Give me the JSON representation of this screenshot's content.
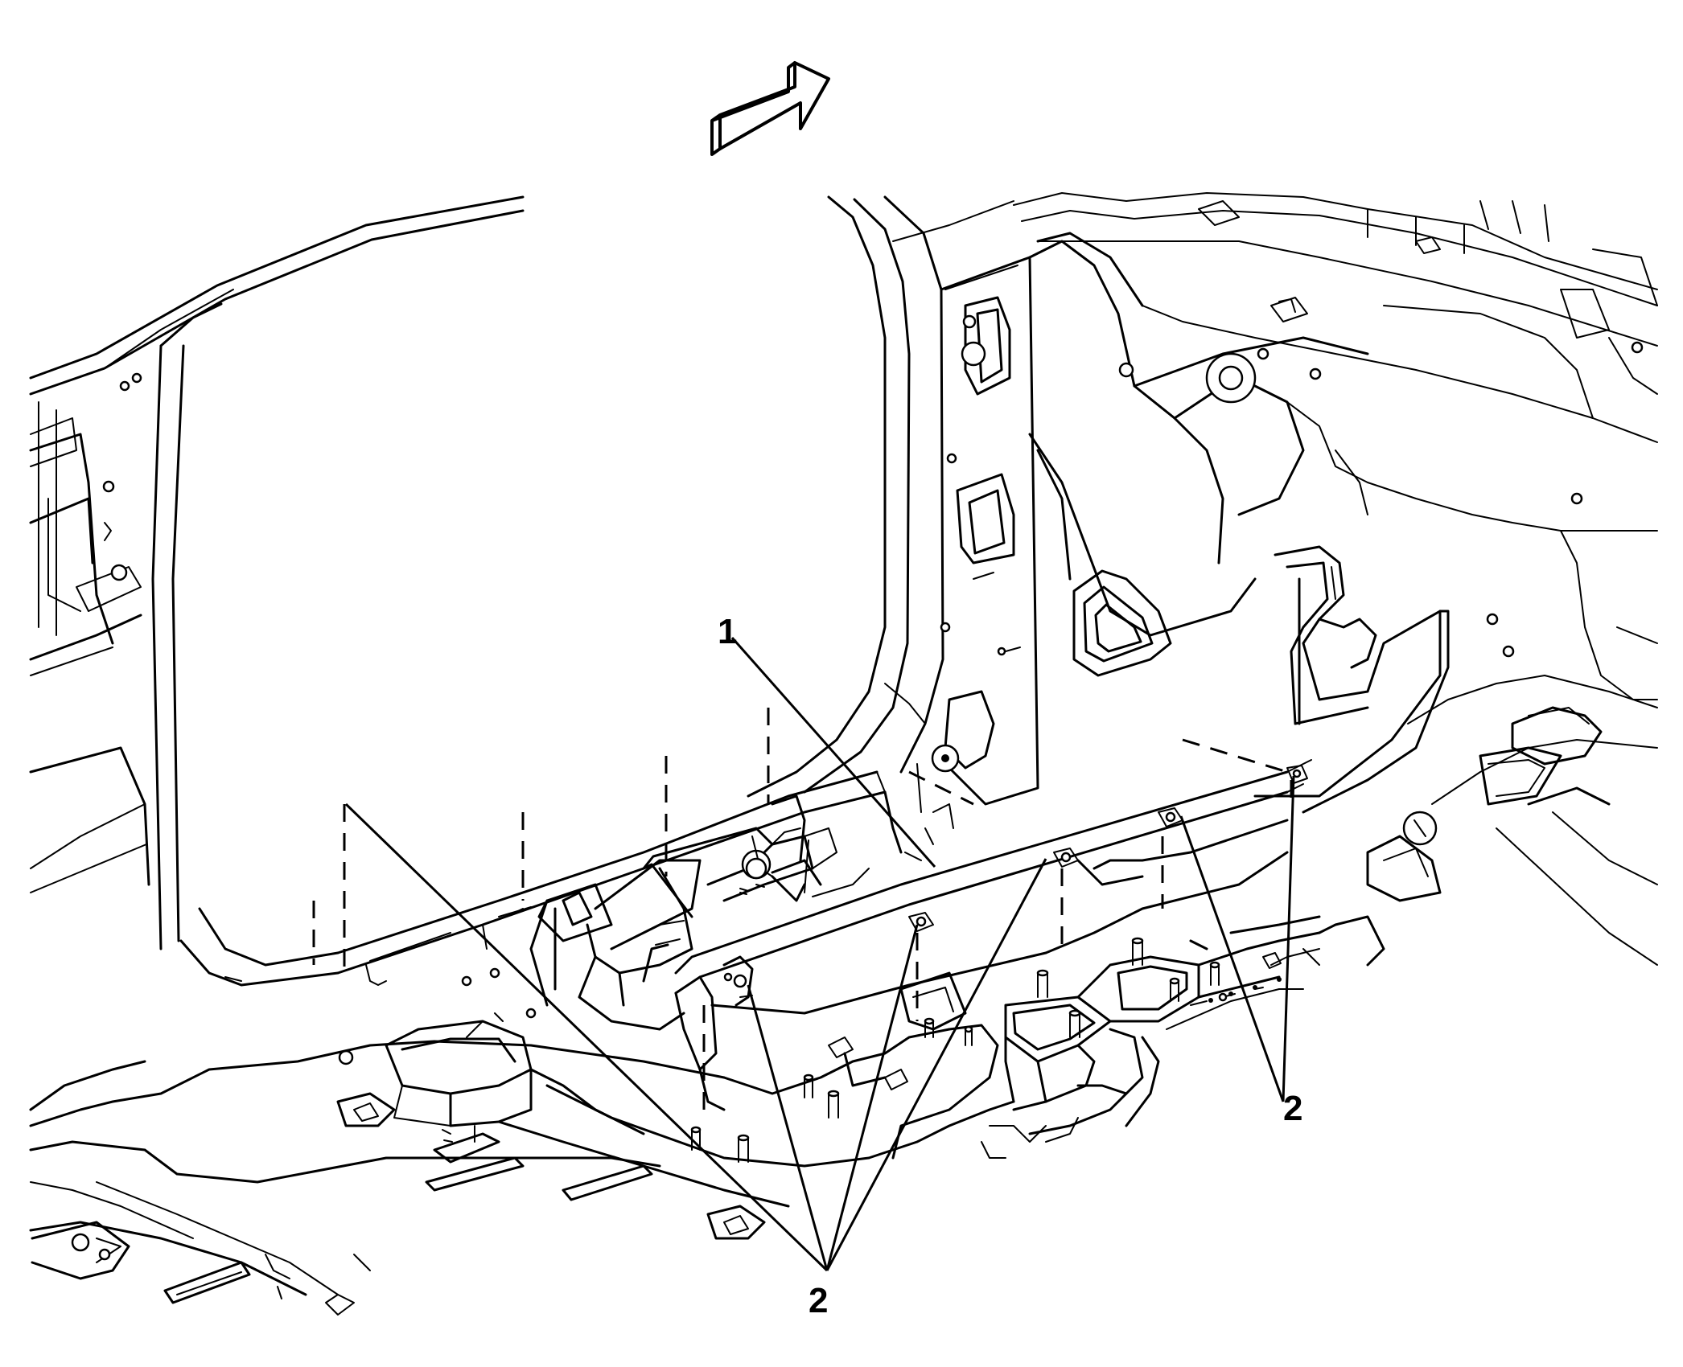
{
  "callouts": {
    "part_1": "1",
    "part_2_left": "2",
    "part_2_right": "2"
  },
  "icons": {
    "direction_arrow": "forward-direction-arrow-icon"
  },
  "colors": {
    "line": "#000000",
    "background": "#ffffff"
  }
}
